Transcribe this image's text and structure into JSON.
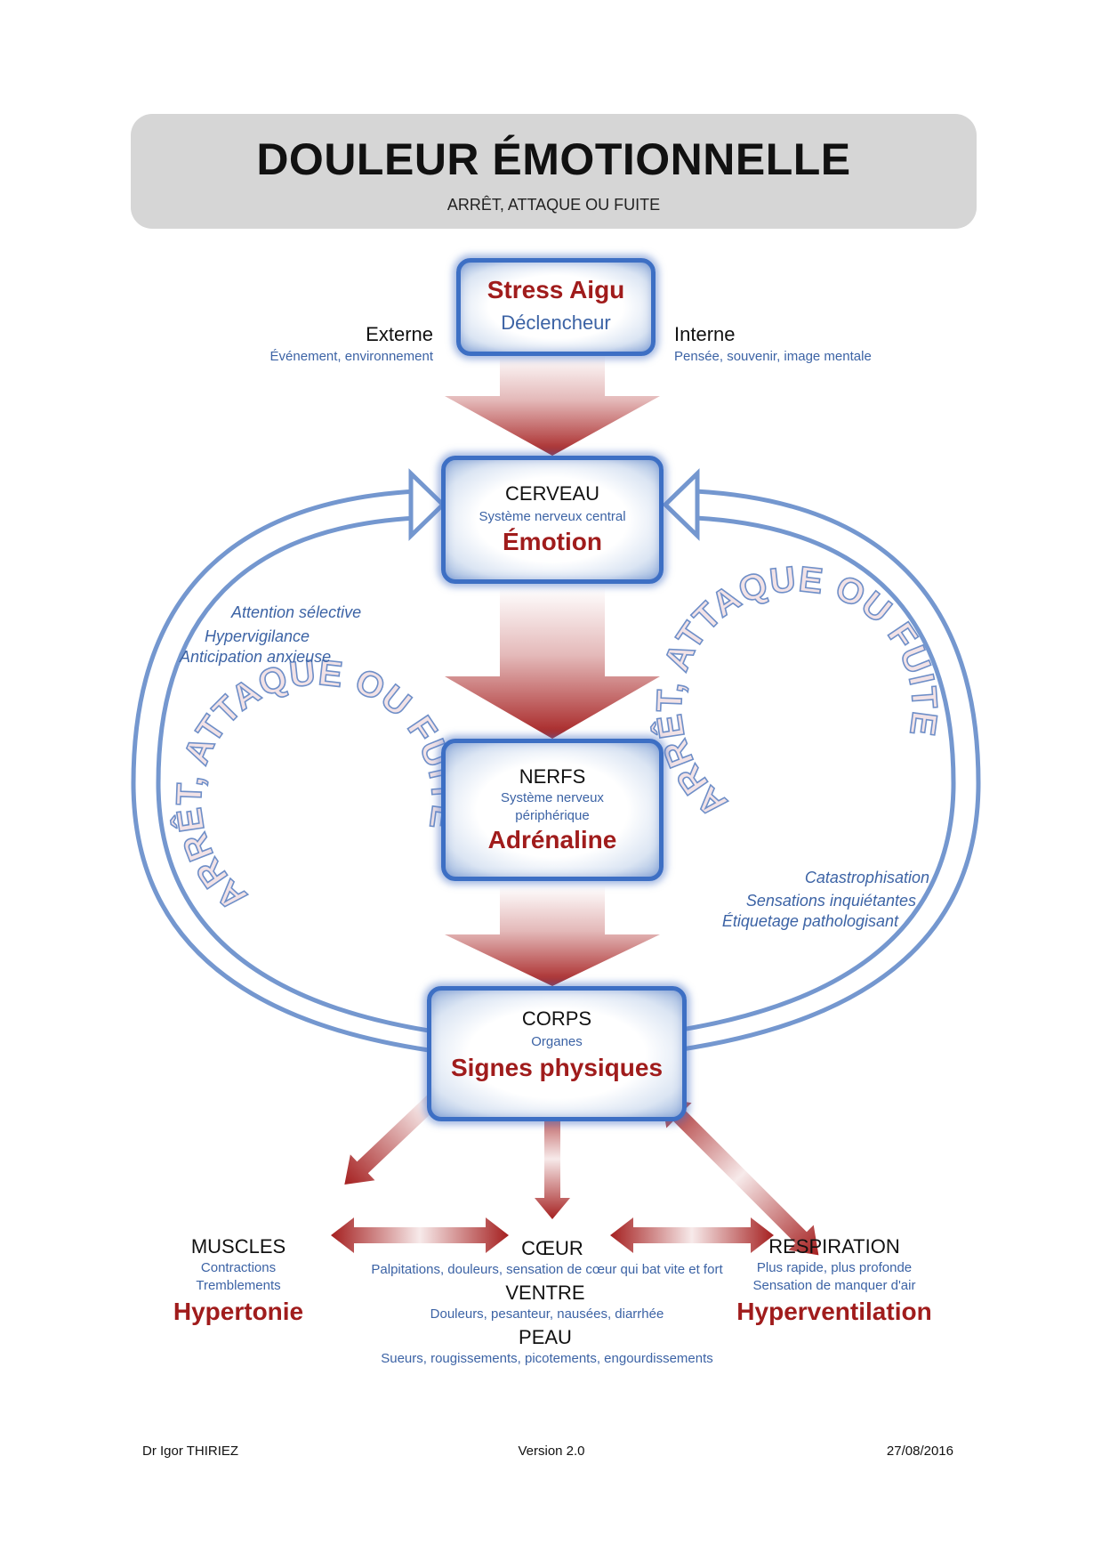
{
  "header": {
    "title": "DOULEUR ÉMOTIONNELLE",
    "subtitle": "ARRÊT,  ATTAQUE  OU FUITE"
  },
  "stress": {
    "title": "Stress Aigu",
    "subtitle": "Déclencheur"
  },
  "externe": {
    "label": "Externe",
    "desc": "Événement, environnement"
  },
  "interne": {
    "label": "Interne",
    "desc": "Pensée, souvenir, image mentale"
  },
  "cerveau": {
    "label": "CERVEAU",
    "desc": "Système nerveux central",
    "emphasis": "Émotion"
  },
  "nerfs": {
    "label": "NERFS",
    "desc_1": "Système nerveux",
    "desc_2": "périphérique",
    "emphasis": "Adrénaline"
  },
  "corps": {
    "label": "CORPS",
    "desc": "Organes",
    "emphasis": "Signes physiques"
  },
  "left_loop": [
    "Attention sélective",
    "Hypervigilance",
    "Anticipation anxieuse"
  ],
  "right_loop": [
    "Catastrophisation",
    "Sensations inquiétantes",
    "Étiquetage pathologisant"
  ],
  "arc_text": "ARRÊT, ATTAQUE OU FUITE",
  "muscles": {
    "label": "MUSCLES",
    "desc_1": "Contractions",
    "desc_2": "Tremblements",
    "emphasis": "Hypertonie"
  },
  "coeur": {
    "label": "CŒUR",
    "desc": "Palpitations, douleurs, sensation de cœur qui bat vite et fort"
  },
  "ventre": {
    "label": "VENTRE",
    "desc": "Douleurs, pesanteur, nausées, diarrhée"
  },
  "peau": {
    "label": "PEAU",
    "desc": "Sueurs, rougissements, picotements, engourdissements"
  },
  "respiration": {
    "label": "RESPIRATION",
    "desc_1": "Plus rapide, plus profonde",
    "desc_2": "Sensation de manquer d'air",
    "emphasis": "Hyperventilation"
  },
  "footer": {
    "author": "Dr Igor THIRIEZ",
    "version": "Version 2.0",
    "date": "27/08/2016"
  },
  "colors": {
    "red": "#a01c1c",
    "blue": "#3c63a5",
    "loop_blue": "#7497cf",
    "box_border": "#3d6fc4",
    "header_bg": "#d6d6d6"
  }
}
